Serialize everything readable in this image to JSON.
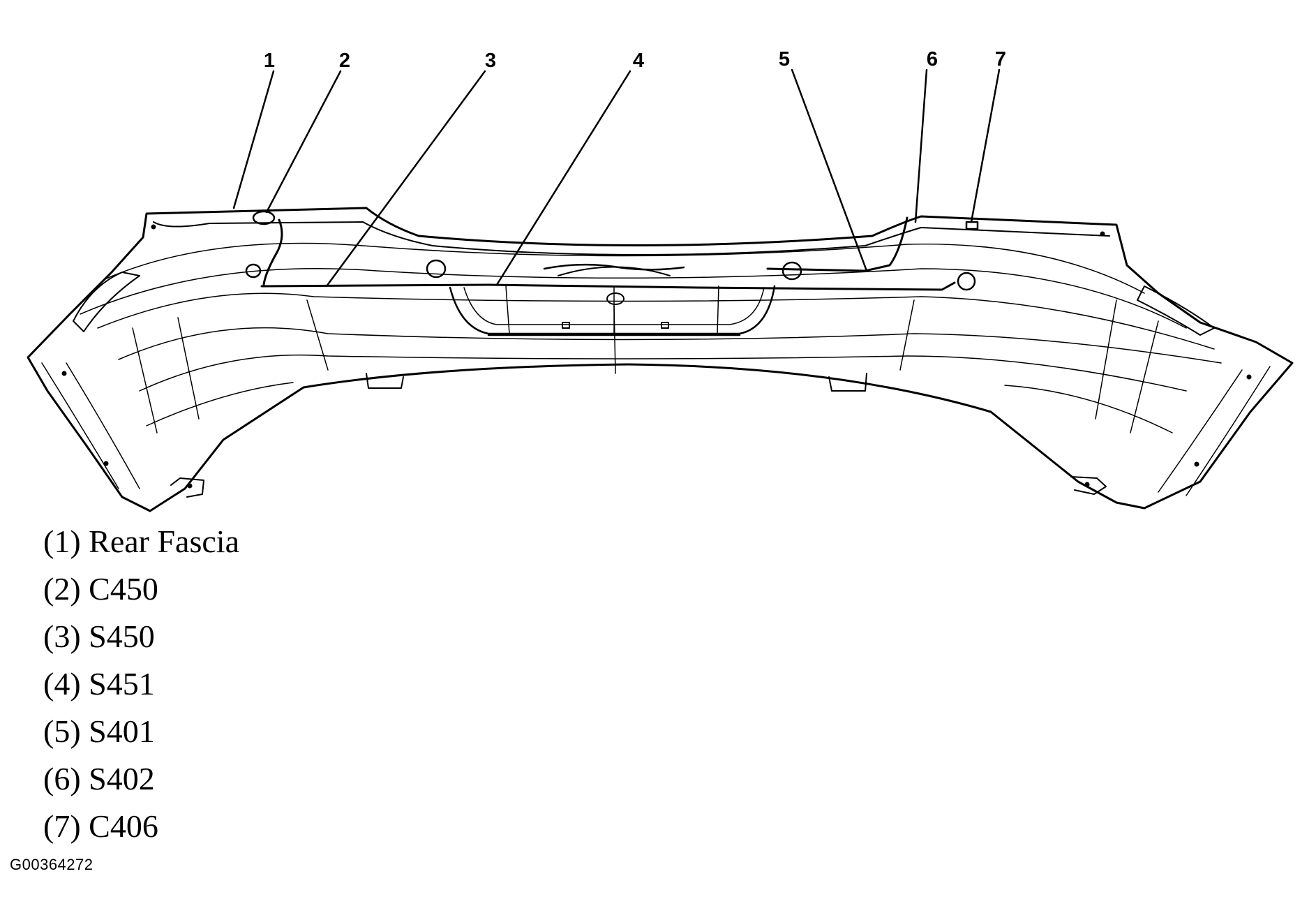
{
  "callouts": [
    {
      "number": "1",
      "label": "Rear Fascia"
    },
    {
      "number": "2",
      "label": "C450"
    },
    {
      "number": "3",
      "label": "S450"
    },
    {
      "number": "4",
      "label": "S451"
    },
    {
      "number": "5",
      "label": "S401"
    },
    {
      "number": "6",
      "label": "S402"
    },
    {
      "number": "7",
      "label": "C406"
    }
  ],
  "legend": [
    {
      "text": "(1) Rear Fascia"
    },
    {
      "text": "(2) C450"
    },
    {
      "text": "(3) S450"
    },
    {
      "text": "(4) S451"
    },
    {
      "text": "(5) S401"
    },
    {
      "text": "(6) S402"
    },
    {
      "text": "(7) C406"
    }
  ],
  "figure_id": "G00364272"
}
